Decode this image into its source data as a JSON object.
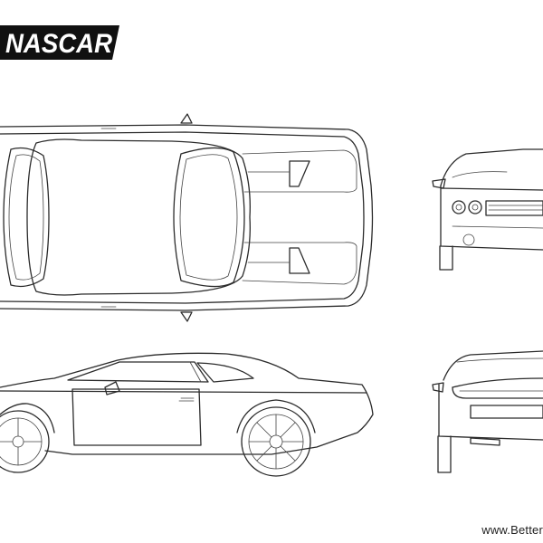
{
  "logo": {
    "text": "NASCAR"
  },
  "footer": {
    "url": "www.Better"
  },
  "views": {
    "top": "top-view",
    "front": "front-view",
    "side": "side-view",
    "rear": "rear-view"
  }
}
